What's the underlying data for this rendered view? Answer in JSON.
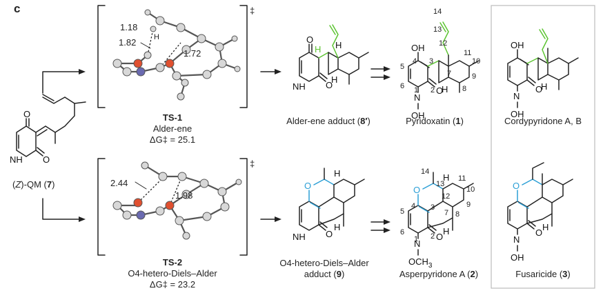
{
  "panel": {
    "letter": "c"
  },
  "left_reactant": {
    "name_part1": "(",
    "name_italic": "Z",
    "name_part2": ")-QM (",
    "number": "7",
    "name_part3": ")",
    "atoms": {
      "O_top": "O",
      "O_bottom": "O",
      "N": "N",
      "H": "H"
    }
  },
  "ts1": {
    "label": "TS-1",
    "type": "Alder-ene",
    "energy_prefix": "ΔG",
    "energy_suffix": "‡ = 25.1",
    "dagger": "‡",
    "distances": [
      "1.18",
      "1.82",
      "1.72"
    ],
    "h_label": "H"
  },
  "ts2": {
    "label": "TS-2",
    "type": "O4-hetero-Diels–Alder",
    "energy_prefix": "ΔG",
    "energy_suffix": "‡ = 23.2",
    "dagger": "‡",
    "distances": [
      "2.44",
      "1.98"
    ]
  },
  "top_row": {
    "adduct": {
      "name": "Alder-ene adduct (",
      "number": "8′",
      "close": ")"
    },
    "pyridoxatin": {
      "name": "Pyridoxatin (",
      "number": "1",
      "close": ")",
      "locants": [
        "14",
        "13",
        "12",
        "11",
        "10",
        "9",
        "8",
        "7",
        "3",
        "4",
        "5",
        "6",
        "1",
        "2"
      ]
    },
    "cordypyridone": {
      "name": "Cordypyridone A, B"
    }
  },
  "bottom_row": {
    "adduct": {
      "name_line1": "O4-hetero-Diels–Alder",
      "name_line2": "adduct (",
      "number": "9",
      "close": ")"
    },
    "asperpyridone": {
      "name": "Asperpyridone A (",
      "number": "2",
      "close": ")",
      "locants": [
        "14",
        "13",
        "12",
        "11",
        "10",
        "9",
        "8",
        "7",
        "3",
        "4",
        "5",
        "6",
        "1",
        "2"
      ],
      "substituent": "OCH",
      "sub_index": "3"
    },
    "fusaricide": {
      "name": "Fusaricide (",
      "number": "3",
      "close": ")"
    }
  },
  "atom_labels": {
    "O": "O",
    "N": "N",
    "H": "H",
    "OH": "OH"
  },
  "colors": {
    "green": "#5cc431",
    "blue": "#2b9fd6",
    "oxygen": "#e05030",
    "nitrogen": "#6a6ab0",
    "box": "#bbbbbb"
  }
}
